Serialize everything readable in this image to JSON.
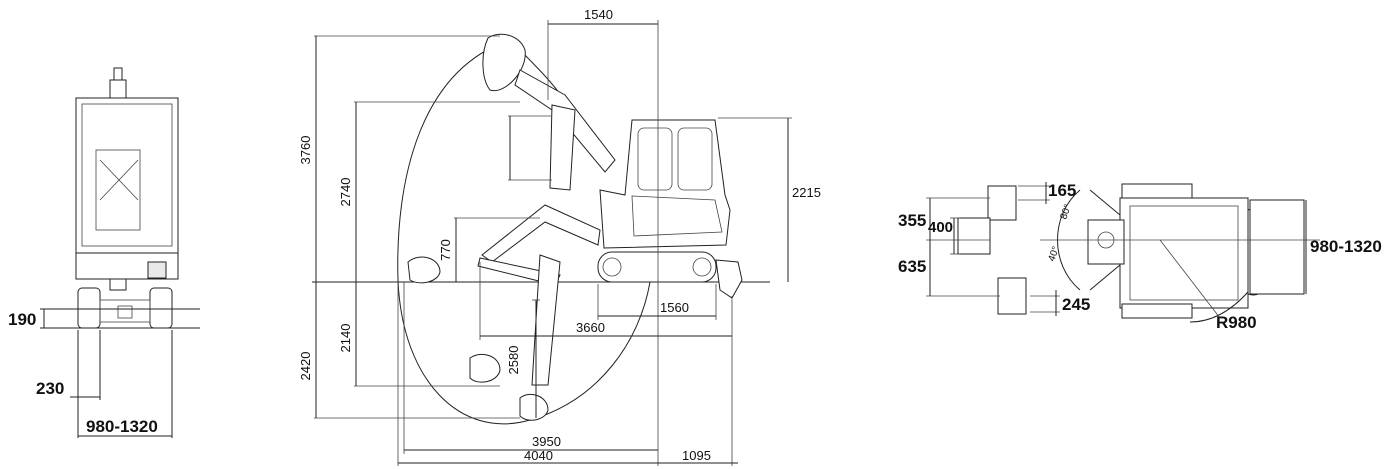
{
  "front_view": {
    "dim_track_height": "190",
    "dim_track_width": "230",
    "dim_overall_width": "980-1320"
  },
  "side_view": {
    "dim_top_offset": "1540",
    "dim_max_dig_height": "3760",
    "dim_max_dump_height": "2740",
    "dim_cab_height": "2215",
    "dim_blade_raise": "770",
    "dim_track_length": "1560",
    "dim_max_reach_ground_level": "3660",
    "dim_max_dig_depth": "2140",
    "dim_vertical_dig_depth": "2580",
    "dim_max_dig_depth_blade": "2420",
    "dim_max_reach": "3950",
    "dim_overall_reach": "4040",
    "dim_tail_length": "1095"
  },
  "top_view": {
    "dim_offset_top": "165",
    "dim_offset_left": "355",
    "dim_offset_bucket": "400",
    "dim_offset_lower": "635",
    "dim_offset_bottom": "245",
    "dim_width": "980-1320",
    "dim_swing_radius": "R980",
    "angle_left": "80°",
    "angle_right": "40°"
  }
}
